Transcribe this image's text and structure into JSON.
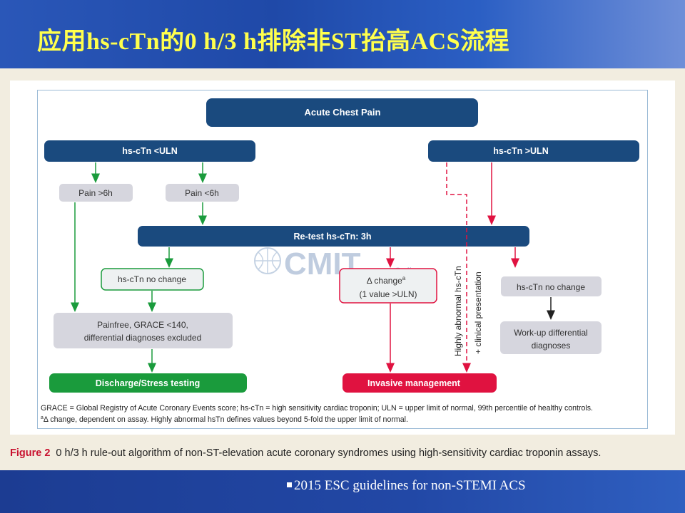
{
  "title": "应用hs-cTn的0 h/3 h排除非ST抬高ACS流程",
  "nodes": {
    "chest_pain": "Acute Chest Pain",
    "low": "hs-cTn <ULN",
    "high": "hs-cTn >ULN",
    "pain_gt6": "Pain >6h",
    "pain_lt6": "Pain <6h",
    "retest": "Re-test hs-cTn: 3h",
    "no_change_left": "hs-cTn no change",
    "delta_line1": "Δ change",
    "delta_sup": "a",
    "delta_line2": "(1  value  >ULN)",
    "no_change_right": "hs-cTn no change",
    "painfree_line1": "Painfree, GRACE <140,",
    "painfree_line2": "differential diagnoses excluded",
    "workup_line1": "Work-up differential",
    "workup_line2": "diagnoses",
    "discharge": "Discharge/Stress testing",
    "invasive": "Invasive management"
  },
  "side_labels": {
    "highly_abnormal": "Highly abnormal hs-cTn",
    "clinical": "+ clinical presentation"
  },
  "footnotes": {
    "line1": "GRACE = Global Registry of Acute Coronary Events score; hs-cTn = high sensitivity cardiac troponin; ULN = upper limit of normal, 99th percentile of healthy controls.",
    "line2_sup": "a",
    "line2": "Δ change, dependent on assay. Highly abnormal hsTn defines values beyond 5-fold the upper limit of normal."
  },
  "watermark": "CMIT",
  "watermark_sub": "Online",
  "caption_label": "Figure 2",
  "caption_text": "0 h/3 h rule-out algorithm of non-ST-elevation acute coronary syndromes using high-sensitivity cardiac troponin assays.",
  "source": "2015 ESC guidelines  for non-STEMI ACS",
  "colors": {
    "navy": "#1a4a7e",
    "gray_box": "#d6d6de",
    "green": "#1a9b3c",
    "red": "#e01240",
    "red_dark": "#c8102e"
  }
}
